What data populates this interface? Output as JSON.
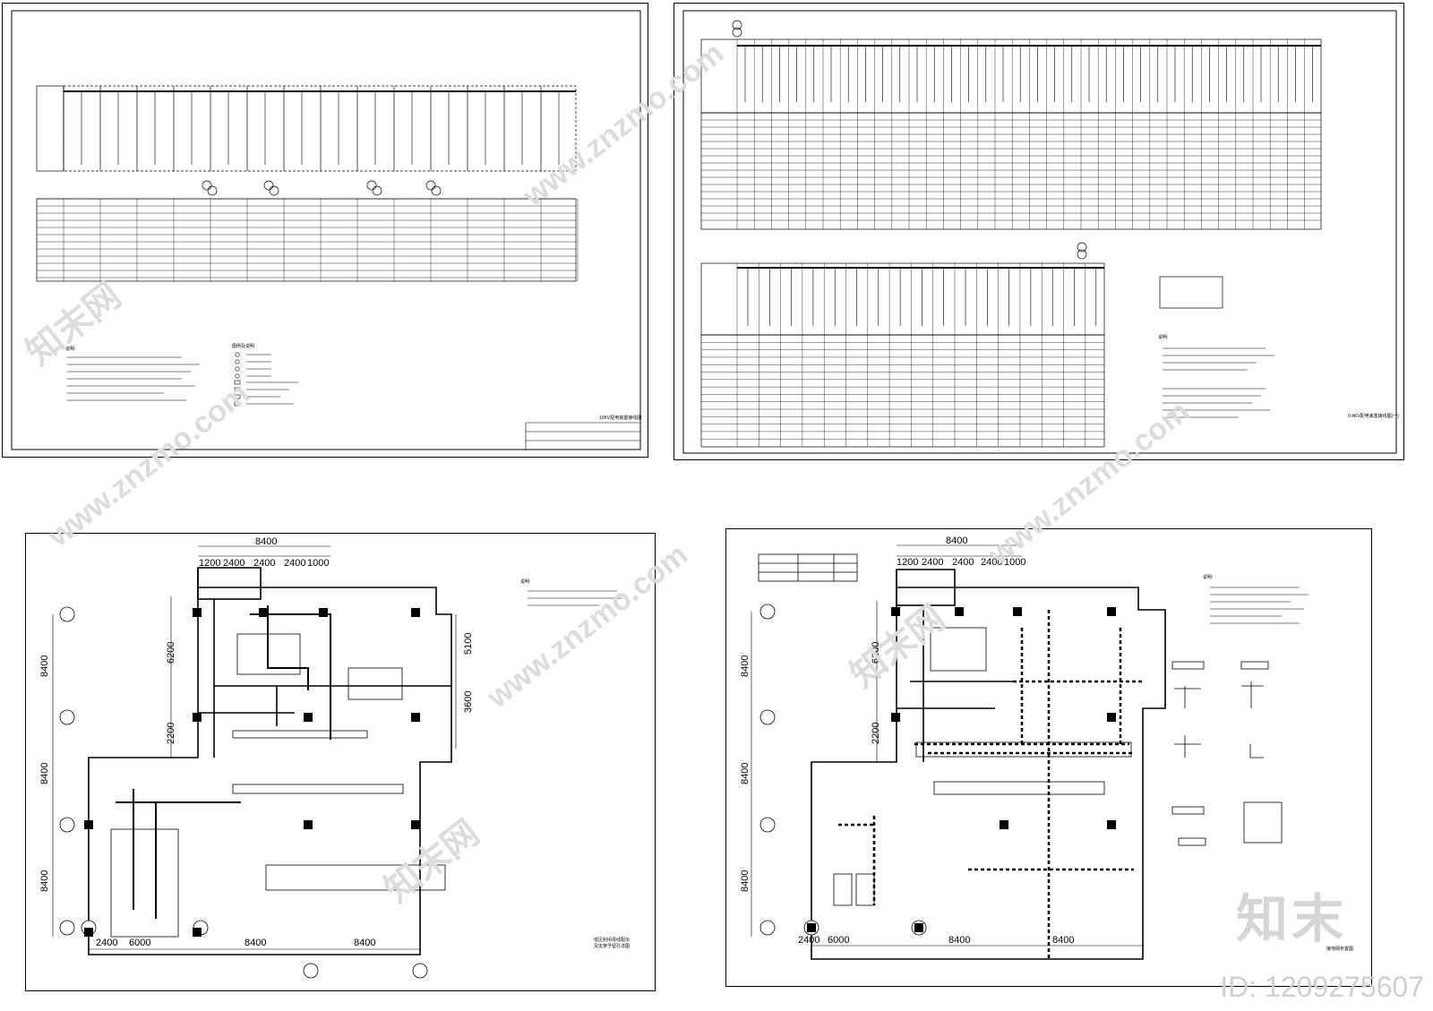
{
  "watermark": {
    "site": "www.znzmo.com",
    "logo": "知末网",
    "brand": "知末",
    "id_label": "ID: 1209275607"
  },
  "sheet1": {
    "caption": "10KV配电装置接线图",
    "notes_title": "说明:",
    "legend_title": "图例及说明"
  },
  "sheet2": {
    "caption": "0.4KV配电装置接线图(一)",
    "notes_title": "说明:"
  },
  "sheet3": {
    "caption_line1": "低压封闭母线配出",
    "caption_line2": "及支架予留孔详图",
    "notes_title": "说明:",
    "dims_top": [
      "1200",
      "2400",
      "2400",
      "2400",
      "1000"
    ],
    "dim_top_total": "8400",
    "dims_left": [
      "6200",
      "2200"
    ],
    "dims_left_rows": [
      "8400",
      "8400",
      "8400"
    ],
    "dims_right": [
      "5100",
      "3600"
    ],
    "dims_bottom": [
      "2400",
      "6000",
      "8400",
      "8400"
    ]
  },
  "sheet4": {
    "caption": "接地网布置图",
    "notes_title": "说明:",
    "dims_top": [
      "1200",
      "2400",
      "2400",
      "2400",
      "1000"
    ],
    "dim_top_total": "8400",
    "dims_left": [
      "6200",
      "2200"
    ],
    "dims_left_rows": [
      "8400",
      "8400",
      "8400"
    ],
    "dims_bottom": [
      "2400",
      "6000",
      "8400",
      "8400"
    ]
  }
}
